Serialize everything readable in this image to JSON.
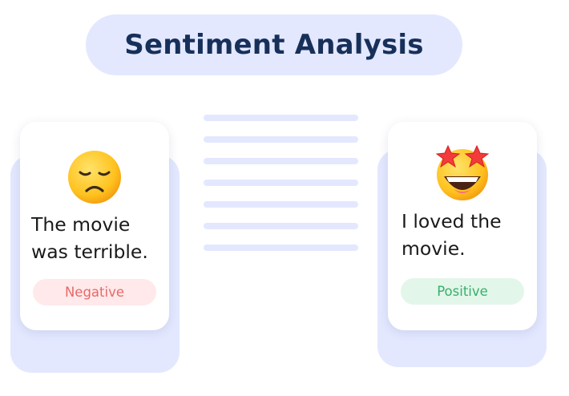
{
  "title": "Sentiment Analysis",
  "left_card": {
    "text_lines": [
      "The movie",
      "was terrible."
    ],
    "badge": "Negative",
    "icon": "sad-face-emoji"
  },
  "right_card": {
    "text_lines": [
      "I loved the",
      "movie."
    ],
    "badge": "Positive",
    "icon": "star-struck-emoji"
  },
  "colors": {
    "title_bg": "#e3e8ff",
    "title_text": "#17305a",
    "negative_bg": "#ffe9ea",
    "negative_text": "#e66a6a",
    "positive_bg": "#e3f6ea",
    "positive_text": "#36b06a"
  }
}
